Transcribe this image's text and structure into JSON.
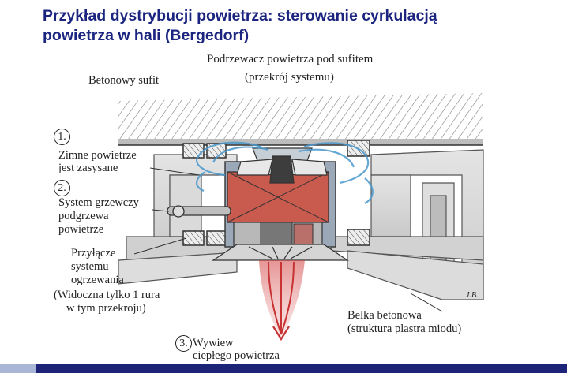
{
  "slide": {
    "title_line1": "Przykład dystrybucji powietrza: sterowanie cyrkulacją",
    "title_line2": "powietrza w hali (Bergedorf)"
  },
  "diagram": {
    "heading_line1": "Podrzewacz powietrza pod sufitem",
    "heading_line2": "(przekrój systemu)",
    "ceiling_label": "Betonowy sufit",
    "step1_number": "1.",
    "step1_line1": "Zimne powietrze",
    "step1_line2": "jest zasysane",
    "step2_number": "2.",
    "step2_line1": "System grzewczy",
    "step2_line2": "podgrzewa",
    "step2_line3": "powietrze",
    "connection_line1": "Przyłącze",
    "connection_line2": "systemu",
    "connection_line3": "ogrzewania",
    "connection_line4": "(Widoczna tylko 1 rura",
    "connection_line5": "w tym przekroju)",
    "beam_line1": "Belka betonowa",
    "beam_line2": "(struktura plastra miodu)",
    "step3_number": "3.",
    "step3_line1": "Wywiew",
    "step3_line2": "ciepłego powietrza",
    "signature": "J.B."
  },
  "colors": {
    "title": "#1b2580",
    "heater": "#c85a4e",
    "cold_air": "#5aa0d0",
    "warm_air": "#d04040",
    "concrete": "#d8d8d8",
    "footer_dark": "#1d2477",
    "footer_light": "#aab6d6"
  }
}
